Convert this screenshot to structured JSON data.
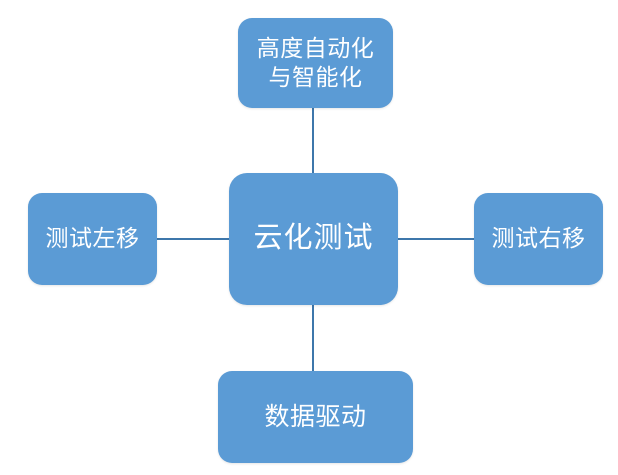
{
  "diagram": {
    "type": "hub-and-spoke",
    "title": "云化测试",
    "background_color": "#FFFFFF",
    "node_fill_color": "#5B9BD5",
    "node_text_color": "#FFFFFF",
    "connector_color": "#3E77AB",
    "center": {
      "label": "云化测试"
    },
    "nodes": [
      {
        "id": "top",
        "label": "高度自动化\n与智能化"
      },
      {
        "id": "left",
        "label": "测试左移"
      },
      {
        "id": "right",
        "label": "测试右移"
      },
      {
        "id": "bottom",
        "label": "数据驱动"
      }
    ],
    "connectors": [
      {
        "id": "top",
        "from": "center",
        "to": "top",
        "orientation": "vertical"
      },
      {
        "id": "bottom",
        "from": "center",
        "to": "bottom",
        "orientation": "vertical"
      },
      {
        "id": "left",
        "from": "center",
        "to": "left",
        "orientation": "horizontal"
      },
      {
        "id": "right",
        "from": "center",
        "to": "right",
        "orientation": "horizontal"
      }
    ]
  }
}
